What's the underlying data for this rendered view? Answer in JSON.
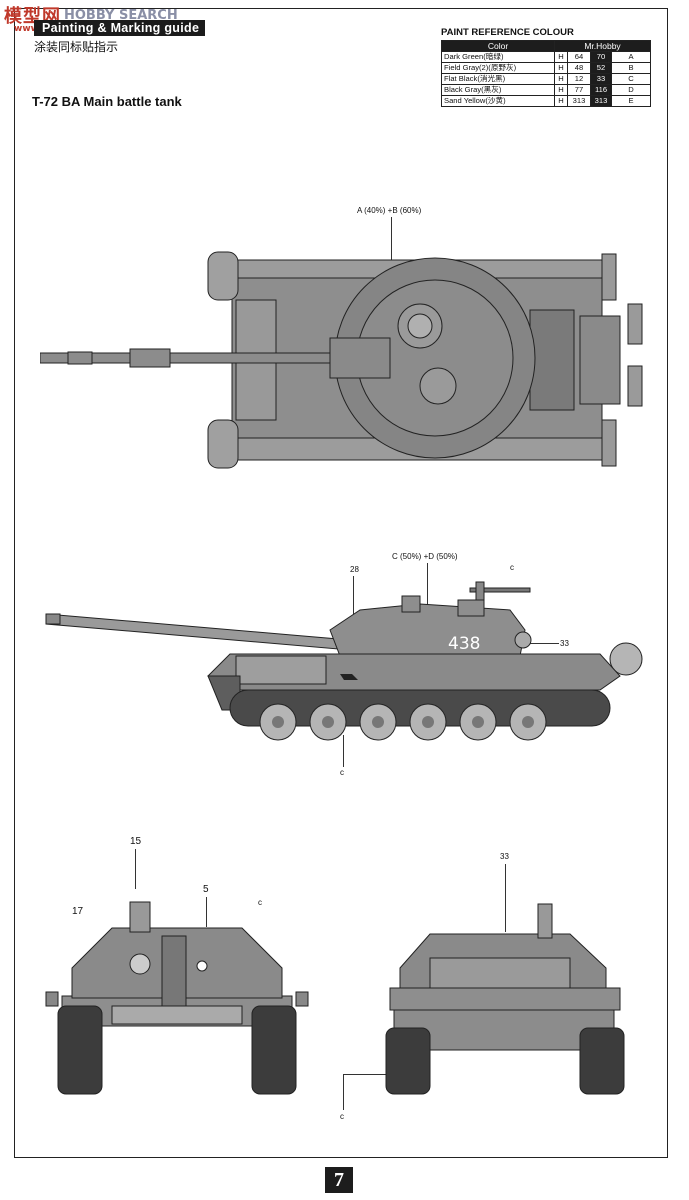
{
  "watermark": {
    "logo": "模型网",
    "text": "HOBBY SEARCH",
    "url": "www.moxing.net"
  },
  "header": {
    "guide_en": "Painting & Marking guide",
    "guide_cn": "涂装同标贴指示"
  },
  "model": {
    "title": "T-72 BA Main battle tank"
  },
  "paint_reference": {
    "title": "PAINT REFERENCE COLOUR",
    "col_color": "Color",
    "col_brand": "Mr.Hobby",
    "rows": [
      {
        "name": "Dark Green(暗绿)",
        "h_label": "H",
        "h": "64",
        "alt": "70",
        "code": "A"
      },
      {
        "name": "Field Gray(2)(原野灰)",
        "h_label": "H",
        "h": "48",
        "alt": "52",
        "code": "B"
      },
      {
        "name": "Flat Black(消光黑)",
        "h_label": "H",
        "h": "12",
        "alt": "33",
        "code": "C"
      },
      {
        "name": "Black Gray(黑灰)",
        "h_label": "H",
        "h": "77",
        "alt": "116",
        "code": "D"
      },
      {
        "name": "Sand Yellow(沙黄)",
        "h_label": "H",
        "h": "313",
        "alt": "313",
        "code": "E"
      }
    ]
  },
  "callouts": {
    "top_view": "A (40%) +B (60%)",
    "side_turret": "C (50%) +D (50%)",
    "side_c_gun": "c",
    "side_28": "28",
    "side_33": "33",
    "side_c_track": "c",
    "side_number": "438",
    "front_15": "15",
    "front_5": "5",
    "front_c": "c",
    "front_17": "17",
    "rear_33": "33",
    "rear_c": "c"
  },
  "colors": {
    "armor": "#8e8e8e",
    "armor_dark": "#5e5e5e",
    "wheel": "#b5b5b5",
    "ink": "#222222"
  },
  "page": {
    "number": "7"
  }
}
